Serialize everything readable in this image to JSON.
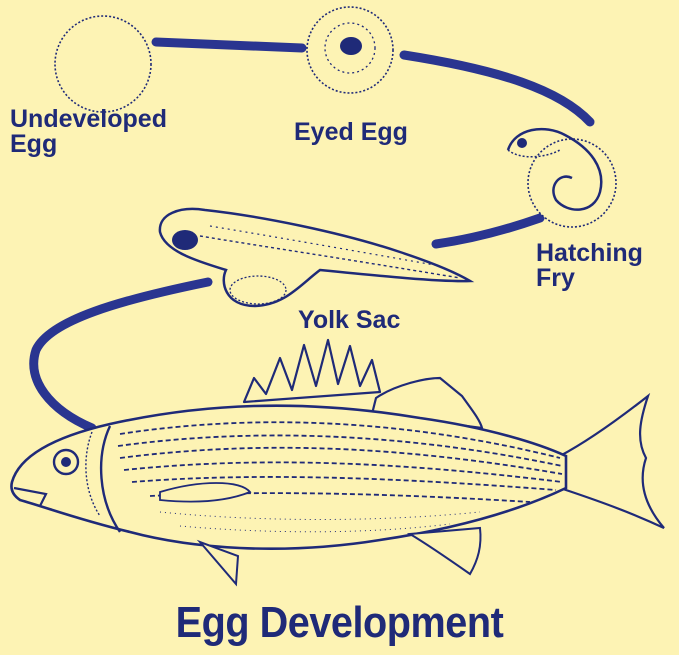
{
  "title": "Egg Development",
  "stages": {
    "undeveloped_egg": [
      "Undeveloped",
      "Egg"
    ],
    "eyed_egg": [
      "Eyed Egg"
    ],
    "hatching_fry": [
      "Hatching",
      "Fry"
    ],
    "yolk_sac": [
      "Yolk Sac"
    ]
  },
  "colors": {
    "background": "#fdf3b4",
    "ink": "#1f2a78",
    "arrow": "#2a3590"
  }
}
